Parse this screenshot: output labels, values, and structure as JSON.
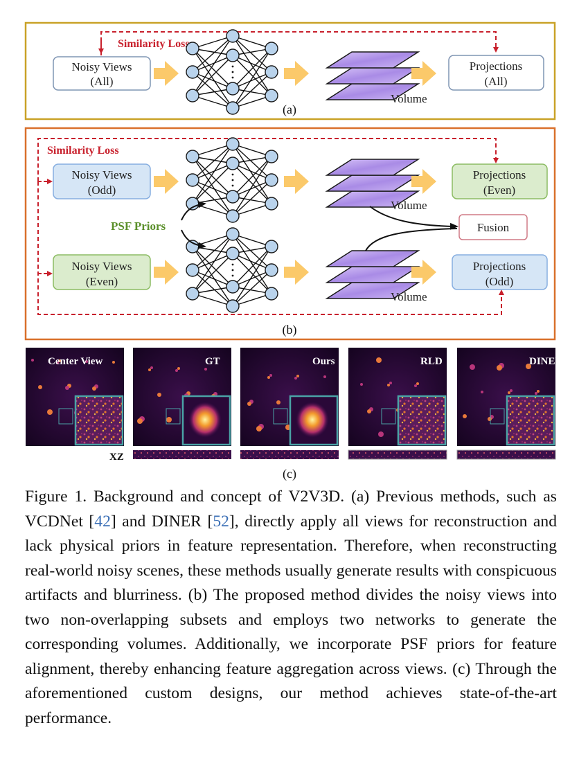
{
  "figure": {
    "panel_a": {
      "loss_label": "Similarity Loss",
      "input_line1": "Noisy Views",
      "input_line2": "(All)",
      "volume_label": "Volume",
      "output_line1": "Projections",
      "output_line2": "(All)",
      "panel_label": "(a)"
    },
    "panel_b": {
      "loss_label": "Similarity Loss",
      "input_top_line1": "Noisy Views",
      "input_top_line2": "(Odd)",
      "input_bottom_line1": "Noisy Views",
      "input_bottom_line2": "(Even)",
      "psf_label": "PSF Priors",
      "volume_top_label": "Volume",
      "volume_bottom_label": "Volume",
      "output_top_line1": "Projections",
      "output_top_line2": "(Even)",
      "output_bottom_line1": "Projections",
      "output_bottom_line2": "(Odd)",
      "fusion_label": "Fusion",
      "panel_label": "(b)"
    },
    "panel_c": {
      "images": [
        {
          "label": "Center View"
        },
        {
          "label": "GT"
        },
        {
          "label": "Ours"
        },
        {
          "label": "RLD"
        },
        {
          "label": "DINER"
        }
      ],
      "xz_label": "XZ",
      "panel_label": "(c)"
    },
    "colors": {
      "panel_a_border": "#c9a227",
      "panel_b_border": "#d9702b",
      "loss_red": "#c8202c",
      "arrow_yellow": "#fbc96a",
      "psf_green": "#5a8f2a",
      "node_blue": "#b9d3ec",
      "volume_purple": "#b59be8",
      "inset_teal": "#4aa3a6"
    }
  },
  "caption": {
    "text_1": "Figure 1.  Background and concept of V2V3D. (a) Previous methods, such as VCDNet [",
    "ref_1": "42",
    "text_2": "] and DINER [",
    "ref_2": "52",
    "text_3": "], directly apply all views for reconstruction and lack physical priors in feature representation.  Therefore, when reconstructing real-world noisy scenes, these methods usually generate results with conspicuous artifacts and blurriness. (b) The proposed method divides the noisy views into two non-overlapping subsets and employs two networks to generate the corresponding volumes. Additionally, we incorporate PSF priors for feature alignment, thereby enhancing feature aggregation across views. (c) Through the aforementioned custom designs, our method achieves state-of-the-art performance."
  }
}
